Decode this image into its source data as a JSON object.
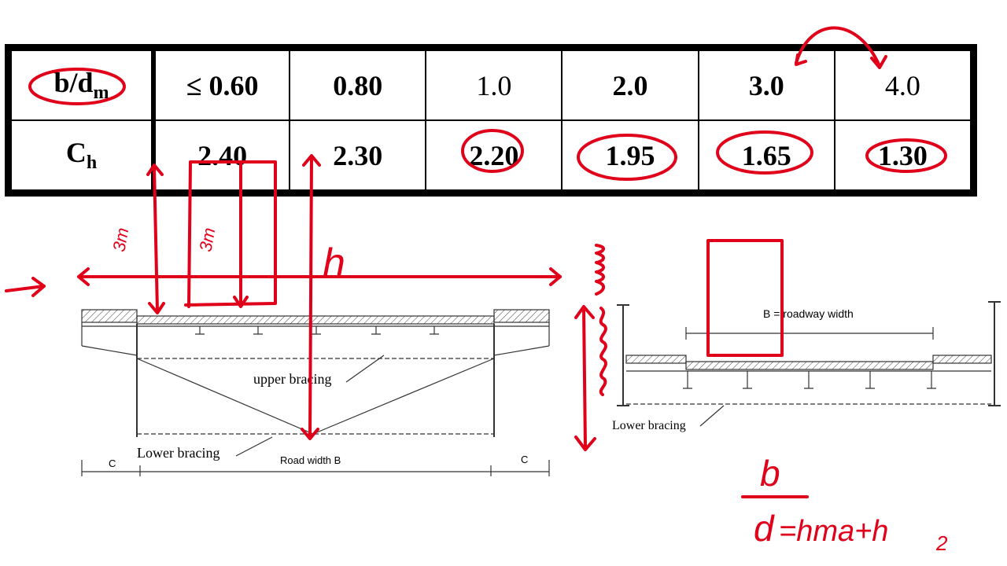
{
  "table": {
    "header_row": {
      "label_main": "b/d",
      "label_sub": "m",
      "values": [
        "≤ 0.60",
        "0.80",
        "1.0",
        "2.0",
        "3.0",
        "4.0"
      ]
    },
    "ch_row": {
      "label_main": "C",
      "label_sub": "h",
      "values": [
        "2.40",
        "2.30",
        "2.20",
        "1.95",
        "1.65",
        "1.30"
      ]
    }
  },
  "diagram_left": {
    "upper_bracing": "upper bracing",
    "lower_bracing": "Lower bracing",
    "road_width": "Road width B",
    "c_left": "C",
    "c_right": "C"
  },
  "diagram_right": {
    "roadway": "B = roadway width",
    "lower_bracing": "Lower bracing"
  },
  "annotations": {
    "three_m_a": "3m",
    "three_m_b": "3m",
    "h_label": "h",
    "frac_num": "b",
    "frac_den": "d",
    "frac_rhs": "=hma+h",
    "frac_rhs_sub": "2",
    "ink_color": "#e0001a"
  }
}
